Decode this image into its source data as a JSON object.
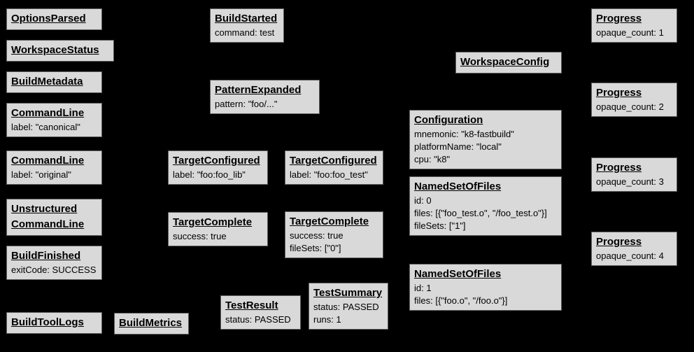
{
  "diagram": {
    "description": "Build event protocol graph",
    "colors": {
      "background": "#000000",
      "node_fill": "#d9d9d9",
      "node_border": "#5f5f5f",
      "text": "#000000"
    }
  },
  "nodes": {
    "options_parsed": {
      "title": "OptionsParsed"
    },
    "workspace_status": {
      "title": "WorkspaceStatus"
    },
    "build_metadata": {
      "title": "BuildMetadata"
    },
    "command_line_canonical": {
      "title": "CommandLine",
      "lines": [
        "label: \"canonical\""
      ]
    },
    "command_line_original": {
      "title": "CommandLine",
      "lines": [
        "label: \"original\""
      ]
    },
    "unstructured_command_line": {
      "title": "Unstructured",
      "title2": "CommandLine"
    },
    "build_finished": {
      "title": "BuildFinished",
      "lines": [
        "exitCode: SUCCESS"
      ]
    },
    "build_tool_logs": {
      "title": "BuildToolLogs"
    },
    "build_metrics": {
      "title": "BuildMetrics"
    },
    "build_started": {
      "title": "BuildStarted",
      "lines": [
        "command: test"
      ]
    },
    "pattern_expanded": {
      "title": "PatternExpanded",
      "lines": [
        "pattern: \"foo/...\""
      ]
    },
    "target_configured_lib": {
      "title": "TargetConfigured",
      "lines": [
        "label: \"foo:foo_lib\""
      ]
    },
    "target_configured_test": {
      "title": "TargetConfigured",
      "lines": [
        "label: \"foo:foo_test\""
      ]
    },
    "target_complete_lib": {
      "title": "TargetComplete",
      "lines": [
        "success: true"
      ]
    },
    "target_complete_test": {
      "title": "TargetComplete",
      "lines": [
        "success: true",
        "fileSets: [\"0\"]"
      ]
    },
    "test_result": {
      "title": "TestResult",
      "lines": [
        "status: PASSED"
      ]
    },
    "test_summary": {
      "title": "TestSummary",
      "lines": [
        "status: PASSED",
        "runs: 1"
      ]
    },
    "workspace_config": {
      "title": "WorkspaceConfig"
    },
    "configuration": {
      "title": "Configuration",
      "lines": [
        "mnemonic: \"k8-fastbuild\"",
        "platformName: \"local\"",
        "cpu: \"k8\""
      ]
    },
    "named_set_of_files_0": {
      "title": "NamedSetOfFiles",
      "lines": [
        "id: 0",
        "files: [{\"foo_test.o\", \"/foo_test.o\"}]",
        "fileSets: [\"1\"]"
      ]
    },
    "named_set_of_files_1": {
      "title": "NamedSetOfFiles",
      "lines": [
        "id: 1",
        "files: [{\"foo.o\", \"/foo.o\"}]"
      ]
    },
    "progress_1": {
      "title": "Progress",
      "lines": [
        "opaque_count: 1"
      ]
    },
    "progress_2": {
      "title": "Progress",
      "lines": [
        "opaque_count: 2"
      ]
    },
    "progress_3": {
      "title": "Progress",
      "lines": [
        "opaque_count: 3"
      ]
    },
    "progress_4": {
      "title": "Progress",
      "lines": [
        "opaque_count: 4"
      ]
    }
  }
}
